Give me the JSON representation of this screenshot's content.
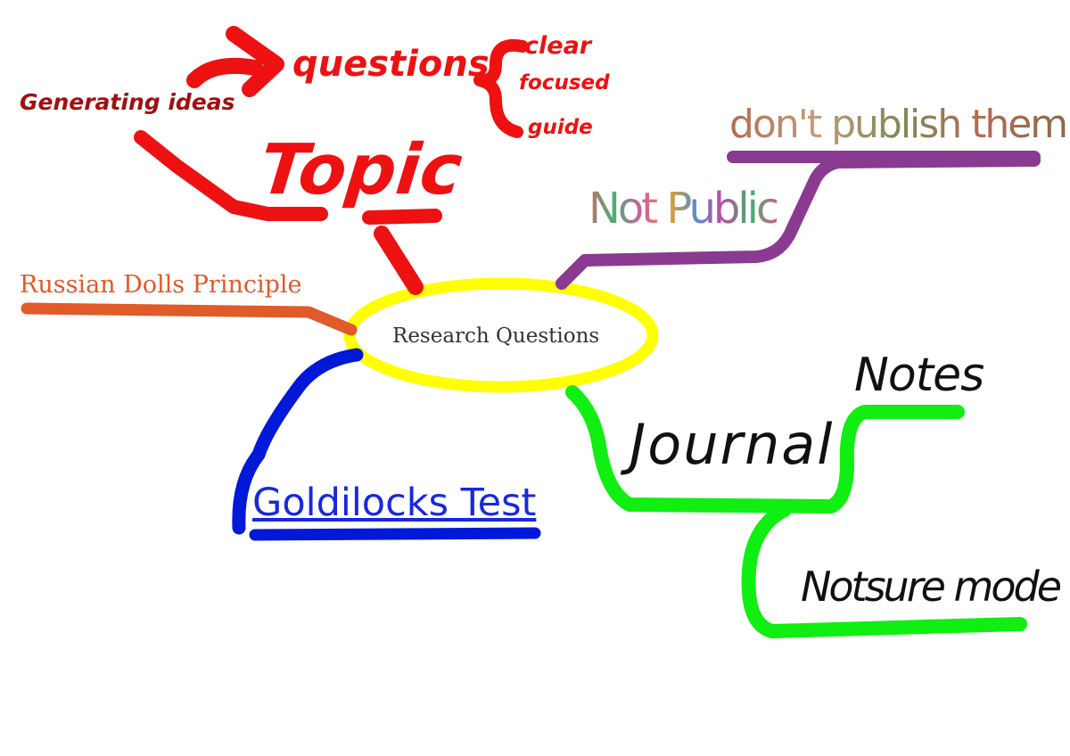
{
  "center": {
    "label": "Research Questions"
  },
  "topic_branch": {
    "generating_ideas": "Generating ideas",
    "questions": "questions",
    "clear": "clear",
    "focused": "focused",
    "guide": "guide",
    "topic": "Topic"
  },
  "public_branch": {
    "not_public": "Not Public",
    "dont_publish": "don't publish them"
  },
  "russian_branch": {
    "label": "Russian Dolls Principle"
  },
  "goldilocks_branch": {
    "label": "Goldilocks Test"
  },
  "journal_branch": {
    "journal": "Journal",
    "notes": "Notes",
    "not_sure_mode": "Notsure mode"
  },
  "colors": {
    "ellipse": "#ffff00",
    "red": "#ee1111",
    "dark_red": "#a01010",
    "purple": "#8a3a90",
    "orange": "#e05a2a",
    "blue": "#0018d8",
    "green": "#11ee11",
    "black": "#111111",
    "center_text": "#333333"
  }
}
